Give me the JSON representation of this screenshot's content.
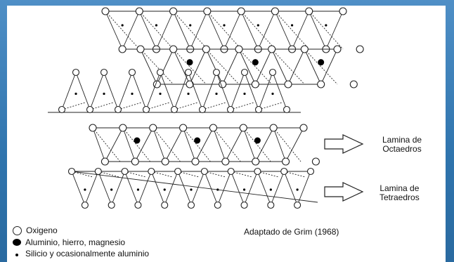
{
  "labels": {
    "octa": "Lamina de\nOctaedros",
    "tetra": "Lamina de\nTetraedros",
    "source": "Adaptado de Grim (1968)"
  },
  "legend": [
    {
      "symbol": "open-circle",
      "text": "Oxigeno"
    },
    {
      "symbol": "filled-circle",
      "text": "Aluminio, hierro, magnesio"
    },
    {
      "symbol": "small-dot",
      "text": "Silicio y ocasionalmente aluminio"
    }
  ],
  "colors": {
    "frame": "#2f74ad",
    "panel": "#ffffff",
    "ink": "#111111"
  }
}
